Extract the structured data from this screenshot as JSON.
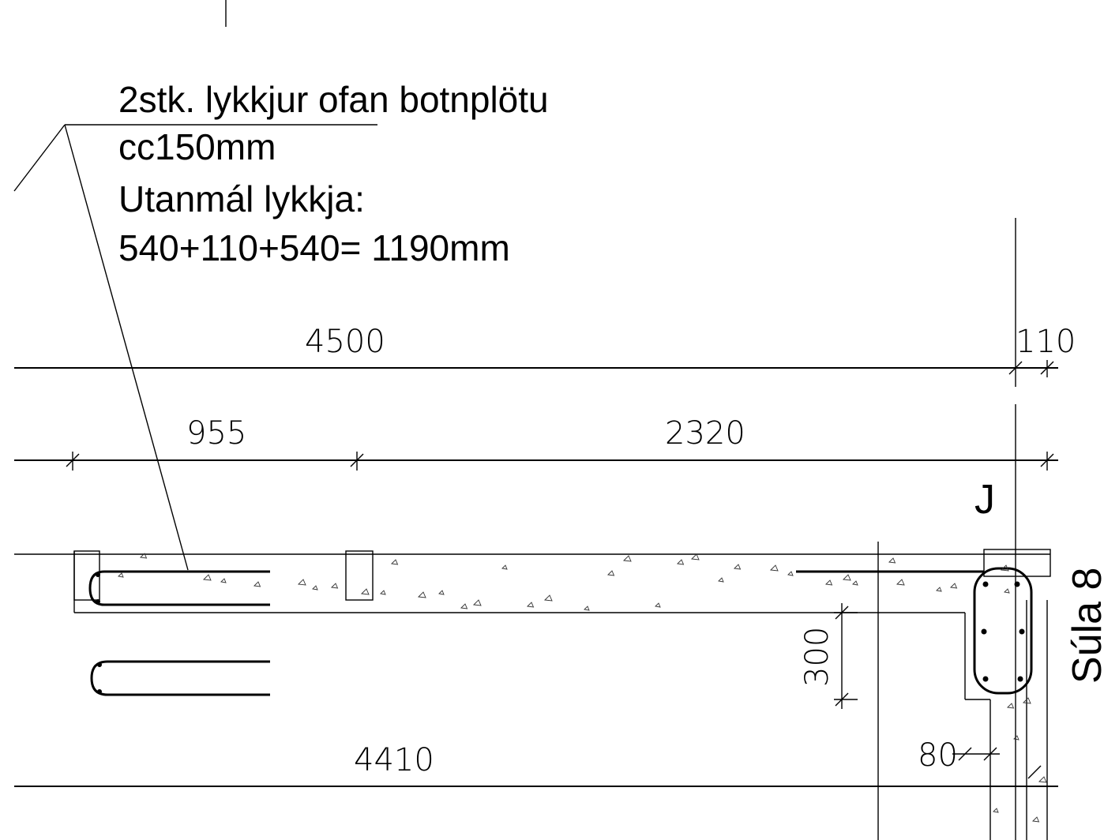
{
  "note": {
    "line1": "2stk. lykkjur ofan botnplötu",
    "line2": "cc150mm",
    "line3": "Utanmál lykkja:",
    "line4": "540+110+540= 1190mm"
  },
  "dimensions": {
    "top_overall": "4500",
    "top_right": "110",
    "mid_left": "955",
    "mid_right": "2320",
    "vertical": "300",
    "small": "80",
    "bottom": "4410"
  },
  "gridline_label": "J",
  "column_label": "Súla 8"
}
